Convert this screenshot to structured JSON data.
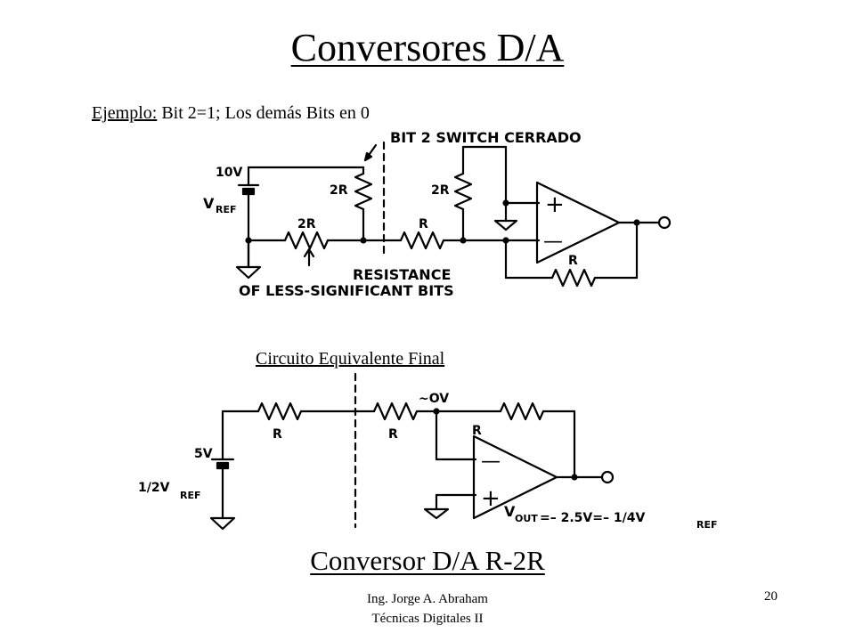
{
  "slide": {
    "title": "Conversores D/A",
    "example_label": "Ejemplo:",
    "example_text": " Bit 2=1; Los demás Bits en 0",
    "equivalent_title": "Circuito Equivalente Final",
    "bottom_title": "Conversor D/A R-2R",
    "footer_author": "Ing. Jorge A. Abraham",
    "footer_course": "Técnicas Digitales II",
    "page_number": "20"
  },
  "circuit_top": {
    "switch_label": "BIT 2 SWITCH CERRADO",
    "vref_value": "10V",
    "vref_v": "V",
    "vref_sub": "REF",
    "r_vertical_left": "2R",
    "r_vertical_right": "2R",
    "r_series_left": "2R",
    "r_series_right": "R",
    "r_feedback": "R",
    "opamp_plus": "+",
    "opamp_minus": "—",
    "note_line1": "RESISTANCE",
    "note_line2": "OF LESS-SIGNIFICANT BITS"
  },
  "circuit_bottom": {
    "voltage_value": "5V",
    "voltage_main": "1/2V",
    "voltage_sub": "REF",
    "r1": "R",
    "r2": "R",
    "r_feedback": "R",
    "node_label": "~OV",
    "opamp_minus": "—",
    "opamp_plus": "+",
    "vout_v": "V",
    "vout_sub": "OUT",
    "vout_expr": "=– 2.5V=– 1/4V",
    "vout_ref": "REF"
  }
}
